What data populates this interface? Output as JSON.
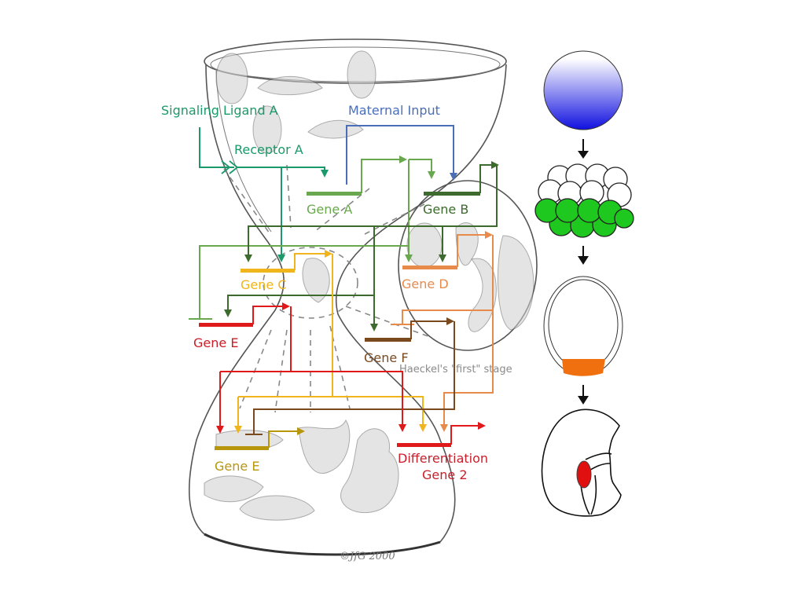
{
  "labels": {
    "signaling_ligand": "Signaling Ligand A",
    "receptor": "Receptor A",
    "maternal_input": "Maternal Input",
    "gene_a": "Gene A",
    "gene_b": "Gene B",
    "gene_c": "Gene C",
    "gene_d": "Gene D",
    "gene_e": "Gene E",
    "gene_f": "Gene F",
    "gene_e_bottom": "Gene E",
    "diff_line1": "Differentiation",
    "diff_line2": "Gene 2",
    "haeckel_caption": "Haeckel's \"first\" stage",
    "signature": "©JfG 2000"
  },
  "colors": {
    "signaling": "#1a9a6a",
    "maternal": "#4a6fb8",
    "gene_a": "#6aa84f",
    "gene_b": "#3d6b2e",
    "gene_c": "#f0b41c",
    "gene_d": "#e88a4a",
    "gene_e": "#e01a1a",
    "gene_e_text": "#c81e2a",
    "gene_f": "#7a4a1e",
    "gene_e_bottom": "#b8960c",
    "diff": "#e01a1a",
    "egg_top": "#ffffff",
    "egg_bottom": "#1010e0",
    "morula_green": "#1ec81e",
    "blastula_orange": "#f07010",
    "embryo_red": "#e01010"
  },
  "stages": [
    {
      "name": "egg"
    },
    {
      "name": "morula"
    },
    {
      "name": "blastula"
    },
    {
      "name": "gastrula"
    }
  ]
}
